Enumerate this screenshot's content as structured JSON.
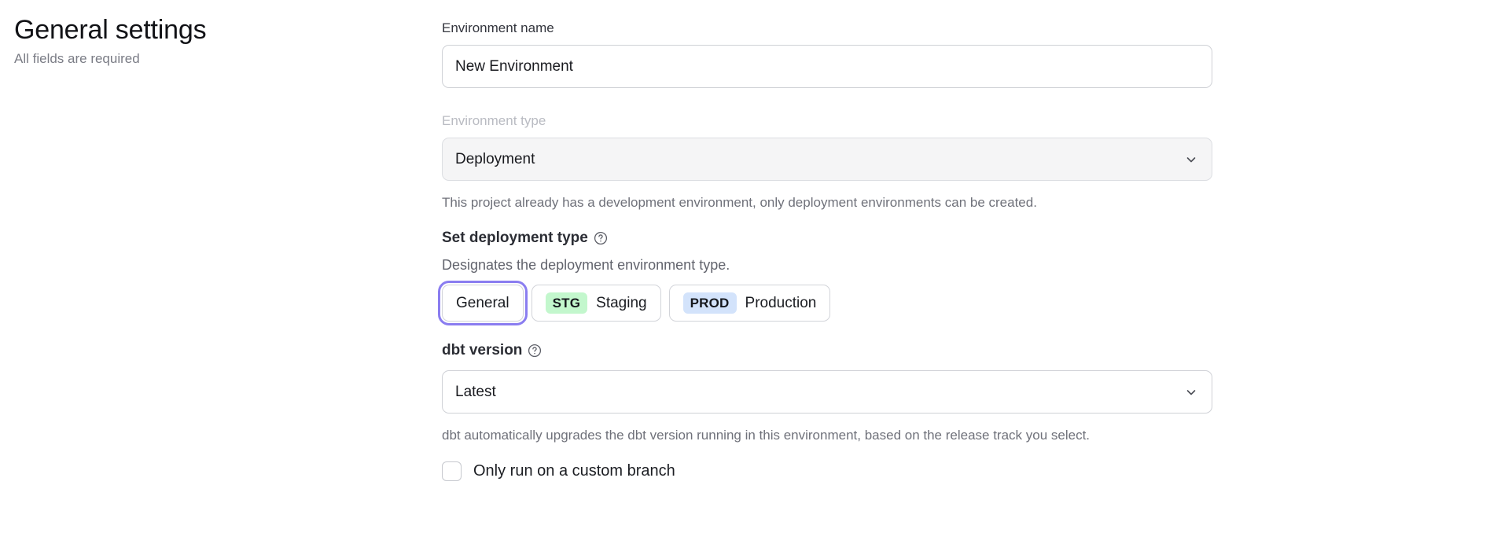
{
  "left": {
    "title": "General settings",
    "subtitle": "All fields are required"
  },
  "form": {
    "environment_name": {
      "label": "Environment name",
      "value": "New Environment",
      "placeholder": "Environment name"
    },
    "environment_type": {
      "label": "Environment type",
      "value": "Deployment",
      "disabled": true,
      "helper": "This project already has a development environment, only deployment environments can be created.",
      "chevron_icon": "chevron-down-icon"
    },
    "deployment_type": {
      "heading": "Set deployment type",
      "help_icon": "question-circle-icon",
      "description": "Designates the deployment environment type.",
      "options": [
        {
          "label": "General",
          "badge": "",
          "badge_kind": "",
          "selected": true
        },
        {
          "label": "Staging",
          "badge": "STG",
          "badge_kind": "stg",
          "selected": false
        },
        {
          "label": "Production",
          "badge": "PROD",
          "badge_kind": "prod",
          "selected": false
        }
      ]
    },
    "dbt_version": {
      "label": "dbt version",
      "help_icon": "question-circle-icon",
      "value": "Latest",
      "helper": "dbt automatically upgrades the dbt version running in this environment, based on the release track you select.",
      "chevron_icon": "chevron-down-icon"
    },
    "custom_branch": {
      "label": "Only run on a custom branch",
      "checked": false
    }
  },
  "colors": {
    "focus_ring": "#8a7df0",
    "stg_badge": "#c3f7cd",
    "prod_badge": "#d3e3fb",
    "helper_text": "#6f717a",
    "disabled_label": "#b9bbc2"
  }
}
